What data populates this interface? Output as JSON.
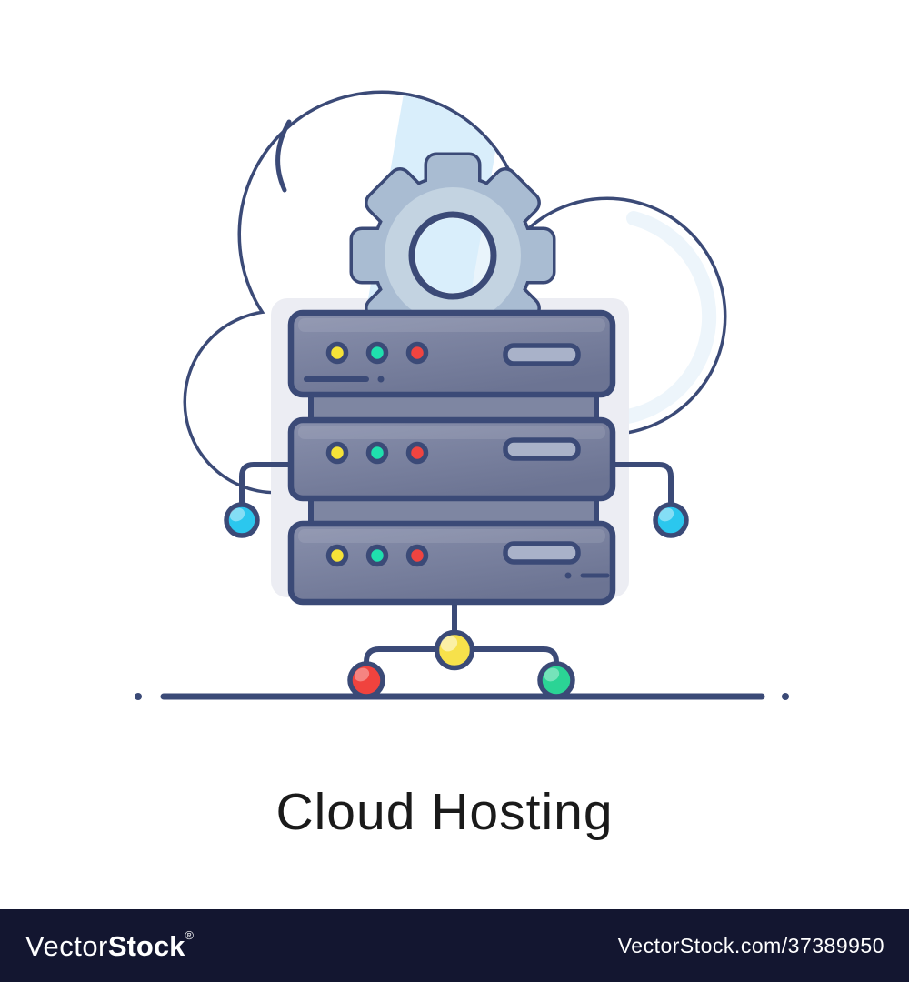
{
  "title": {
    "text": "Cloud Hosting",
    "color": "#1a1a1a"
  },
  "footer": {
    "background": "#131630",
    "brand_light": "Vector",
    "brand_bold": "Stock",
    "registered_mark": "®",
    "site_reference": "VectorStock.com/37389950",
    "text_color": "#ffffff"
  },
  "illustration": {
    "icons": [
      "cloud-icon",
      "gear-icon",
      "server-rack-icon",
      "network-node-icons"
    ],
    "server_rows": 3,
    "led_colors_per_row": [
      "yellow",
      "green",
      "red"
    ],
    "colors": {
      "outline_navy": "#3b4a77",
      "cloud_fill": "#ffffff",
      "cloud_streak_blue": "#d9eefb",
      "backdrop_panel": "#ecedf3",
      "gear_body": "#a9bcd2",
      "gear_face": "#c3d3e1",
      "gear_hole": "#e9f4fb",
      "server_body": "#767e9d",
      "server_spacer": "#7e86a2",
      "server_slot": "#a9b2c9",
      "led_yellow": "#f6e338",
      "led_green": "#1fe0ae",
      "led_red": "#f04440",
      "node_cyan": "#2bc7ee",
      "node_yellow": "#f7e14b",
      "node_red": "#f0433e",
      "node_green": "#2bd495"
    }
  }
}
